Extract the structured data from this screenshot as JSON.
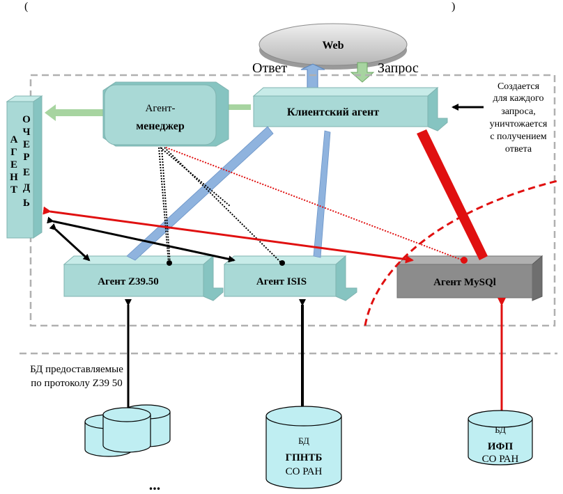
{
  "top_text": "(",
  "top_text_right": ")",
  "web": {
    "label": "Web"
  },
  "web_flow": {
    "response": "Ответ",
    "request": "Запрос"
  },
  "client_agent": {
    "label": "Клиентский агент"
  },
  "agent_manager": {
    "line1": "Агент-",
    "line2": "менеджер"
  },
  "agent_queue": {
    "col1": [
      "А",
      "Г",
      "Е",
      "Н",
      "Т"
    ],
    "col2": [
      "О",
      "Ч",
      "Е",
      "Р",
      "Е",
      "Д",
      "Ь"
    ]
  },
  "note": {
    "lines": [
      "Создается",
      "для каждого",
      "запроса,",
      "уничтожается",
      "с получением",
      "ответа"
    ]
  },
  "agents": [
    {
      "label": "Агент  Z39.50"
    },
    {
      "label": "Агент  ISIS"
    },
    {
      "label": "Агент MySQl"
    }
  ],
  "db_z3950": {
    "lines": [
      "БД предоставляемые",
      "по протоколу Z39 50"
    ],
    "ellipsis": "..."
  },
  "db_gpntb": {
    "line1": "БД",
    "line2": "ГПНТБ",
    "line3": "СО РАН"
  },
  "db_ifp": {
    "line1": "БД",
    "line2": "ИФП",
    "line3": "СО РАН"
  },
  "colors": {
    "box": "#a9d9d6",
    "box_side": "#86c4c1",
    "box_top": "#c7ebe8",
    "gray_box": "#8c8c8c",
    "red": "#e01010",
    "blue_arrow": "#8fb3de",
    "green_arrow": "#a7d4a0",
    "cylinder": "#bfeef2",
    "web": "#cfcfcf"
  }
}
